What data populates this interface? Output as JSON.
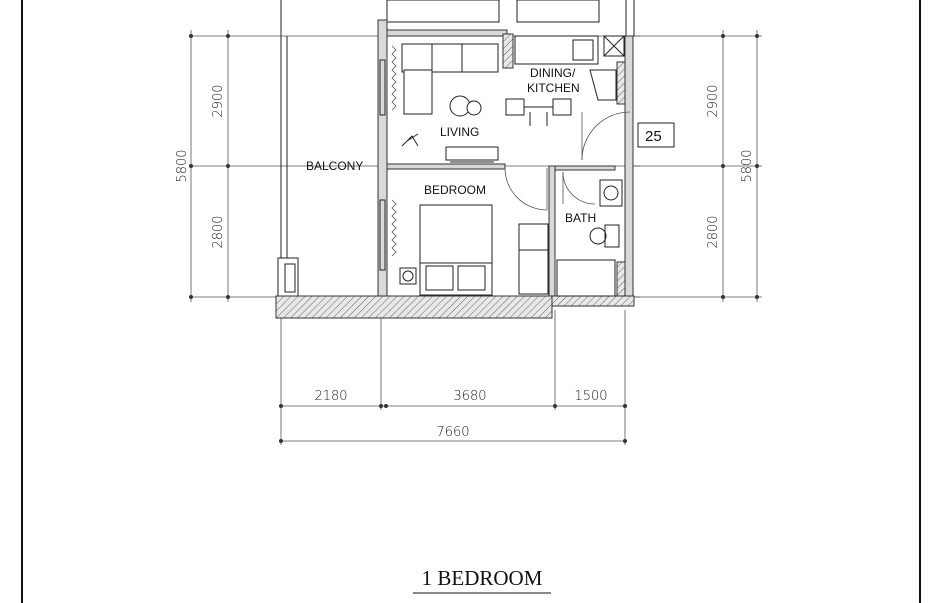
{
  "plan": {
    "rooms": {
      "dining_kitchen_line1": "DINING/",
      "dining_kitchen_line2": "KITCHEN",
      "living": "LIVING",
      "balcony": "BALCONY",
      "bedroom": "BEDROOM",
      "bath": "BATH"
    },
    "unit_number": "25",
    "dimensions": {
      "left_total": "5800",
      "left_upper": "2900",
      "left_lower": "2800",
      "right_upper": "2900",
      "right_lower": "2800",
      "right_total": "5800",
      "bottom_1": "2180",
      "bottom_2": "3680",
      "bottom_3": "1500",
      "bottom_total": "7660"
    },
    "title": "1 BEDROOM"
  }
}
